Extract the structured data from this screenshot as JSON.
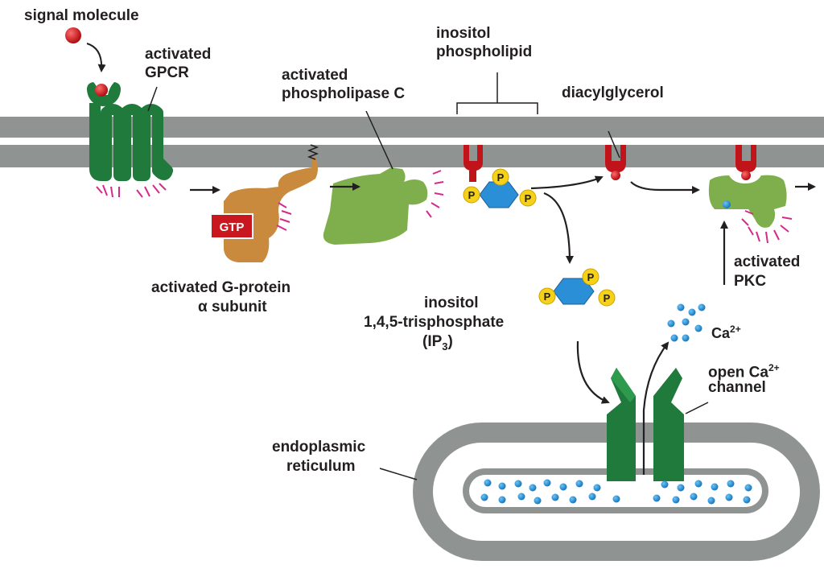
{
  "labels": {
    "signal_molecule": "signal molecule",
    "activated_gpcr": [
      "activated",
      "GPCR"
    ],
    "activated_plc": [
      "activated",
      "phospholipase C"
    ],
    "inositol_phospholipid": [
      "inositol",
      "phospholipid"
    ],
    "diacylglycerol": "diacylglycerol",
    "g_protein": [
      "activated G-protein",
      "α subunit"
    ],
    "ip3": [
      "inositol",
      "1,4,5-trisphosphate"
    ],
    "ip3_abbr": {
      "open": "(IP",
      "sub": "3",
      "close": ")"
    },
    "activated_pkc": [
      "activated",
      "PKC"
    ],
    "ca_ion": {
      "text": "Ca",
      "sup": "2+"
    },
    "open_channel": {
      "line1": "open Ca",
      "sup": "2+",
      "line2": "channel"
    },
    "er": [
      "endoplasmic",
      "reticulum"
    ],
    "gtp": "GTP",
    "phosphate": "P"
  },
  "colors": {
    "membrane": "#8f9493",
    "gpcr": "#1f7a3c",
    "g_protein": "#c98a3e",
    "plc": "#7fae4c",
    "ip3_ring": "#2a8fd6",
    "phosphate": "#f6d117",
    "lipid": "#c0141a",
    "calcium": "#2a93d5",
    "activation_marks": "#d22b8c",
    "gtp_box": "#c8171e"
  }
}
